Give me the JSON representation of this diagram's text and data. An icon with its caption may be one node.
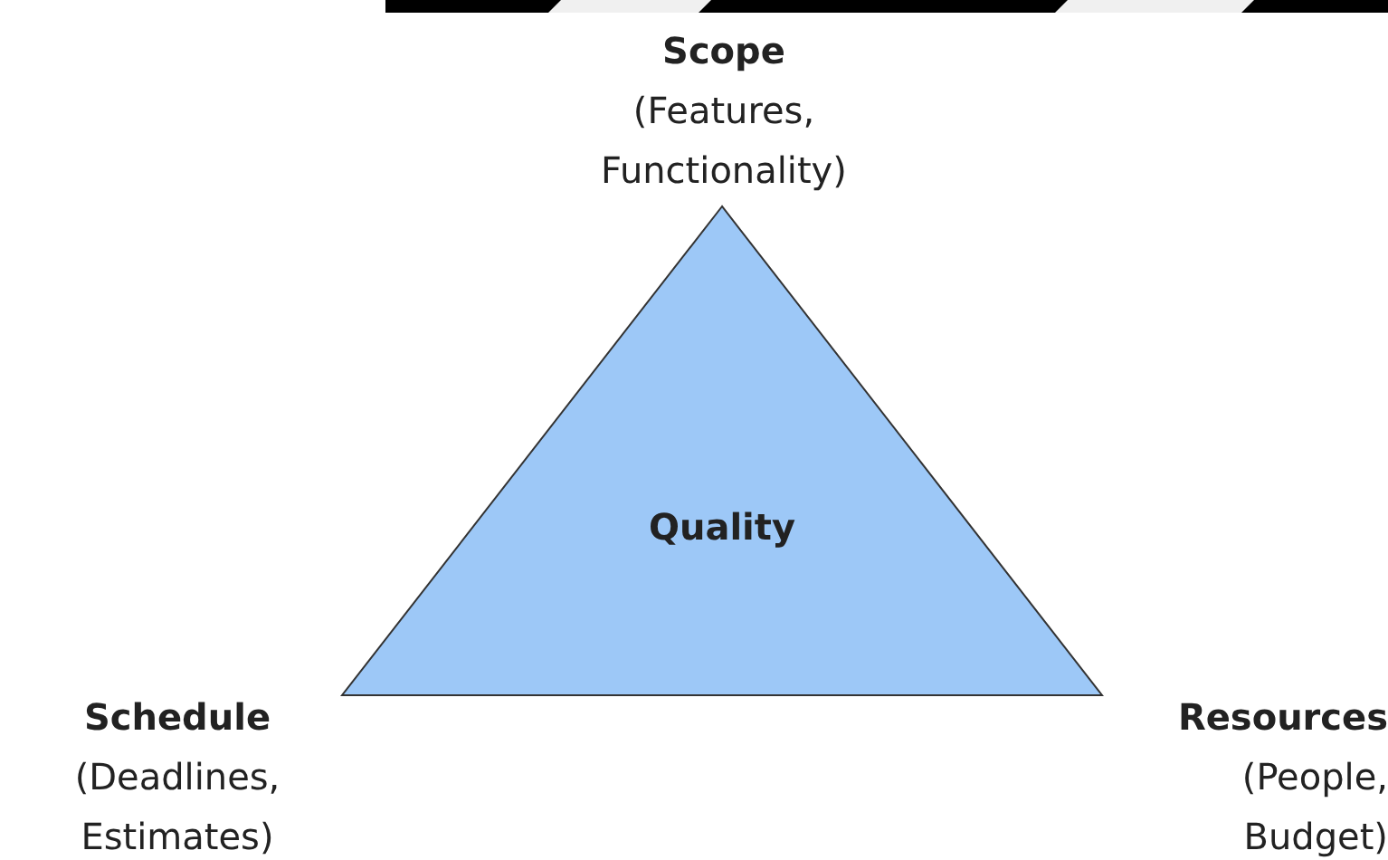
{
  "diagram": {
    "nodes": [
      {
        "text": [
          "Quality"
        ],
        "beside": [
          "Scope",
          "(Features, Functionality)",
          "Schedule",
          "(Deadlines, Estimates)",
          "Resources",
          "(People, Budget)"
        ]
      }
    ]
  }
}
